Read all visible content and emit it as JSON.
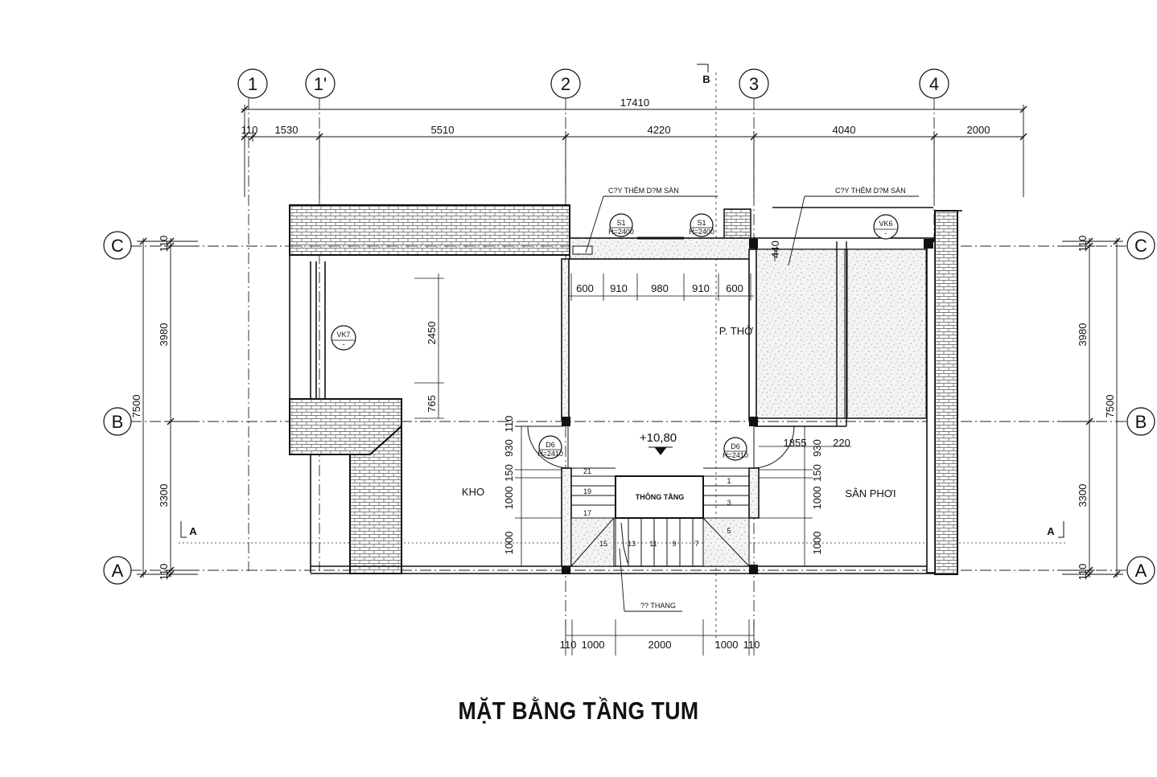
{
  "title": "MẶT BẰNG TẦNG TUM",
  "grid_axes": {
    "vertical": [
      "1",
      "1'",
      "2",
      "3",
      "4"
    ],
    "horizontal": [
      "C",
      "B",
      "A"
    ]
  },
  "section_marks": {
    "vertical": "B",
    "horizontal": "A"
  },
  "top_dimensions": {
    "total": "17410",
    "segments": [
      "110",
      "1530",
      "5510",
      "4220",
      "4040",
      "2000"
    ]
  },
  "side_dimensions": {
    "total": "7500",
    "segments": [
      "110",
      "3980",
      "3300",
      "110"
    ]
  },
  "bottom_dimensions": [
    "110",
    "1000",
    "2000",
    "1000",
    "110"
  ],
  "inner_dimensions": {
    "window_row": [
      "600",
      "910",
      "980",
      "910",
      "600"
    ],
    "kho_vertical": [
      "2450",
      "765"
    ],
    "left_door_stack": [
      "110",
      "930",
      "150",
      "1000",
      "1000"
    ],
    "right_door_stack": [
      "930",
      "150",
      "1000",
      "1000"
    ],
    "right_extra": [
      "1855",
      "220"
    ],
    "top_right_small": "440"
  },
  "notes": {
    "beam_note_left": "C?Y THÊM D?M SÀN",
    "beam_note_right": "C?Y THÊM D?M SÀN",
    "stair_note": "?? THANG"
  },
  "rooms": {
    "kho": "KHO",
    "tho": "P. THỜ",
    "san_phoi": "SÂN PHƠI",
    "thong_tang": "THÔNG TẦNG"
  },
  "level": "+10,80",
  "tags": {
    "s1a": {
      "code": "S1",
      "sub": "H=2400"
    },
    "s1b": {
      "code": "S1",
      "sub": "H=2400"
    },
    "vk6": {
      "code": "VK6",
      "sub": "-"
    },
    "vk7": {
      "code": "VK7",
      "sub": "-"
    },
    "d6a": {
      "code": "D6",
      "sub": "H=2410"
    },
    "d6b": {
      "code": "D6",
      "sub": "H=2410"
    }
  },
  "stair_numbers_left": [
    "21",
    "19",
    "17"
  ],
  "stair_numbers_right": [
    "1",
    "3",
    "5"
  ],
  "stair_numbers_bottom": [
    "15",
    "13",
    "11",
    "9",
    "7"
  ]
}
